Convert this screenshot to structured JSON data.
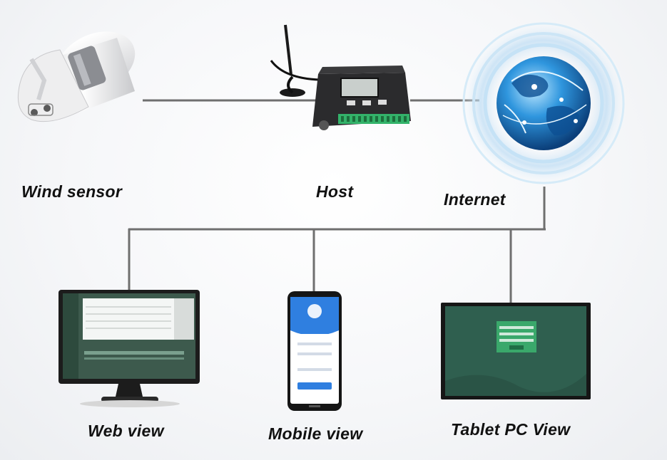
{
  "labels": {
    "wind_sensor": "Wind sensor",
    "host": "Host",
    "internet": "Internet",
    "web_view": "Web view",
    "mobile_view": "Mobile view",
    "tablet_view": "Tablet PC View"
  },
  "colors": {
    "line": "#6f6f6f",
    "globe": "#2a8fd6",
    "monitor_frame": "#1c1c1c",
    "tablet_screen": "#2f5f4f",
    "phone_accent": "#2f7fe0",
    "terminal_green": "#33b36a"
  },
  "icons": {
    "wind_sensor": "wind-sensor-device",
    "host": "data-logger-host",
    "internet": "globe-icon",
    "web": "desktop-monitor",
    "mobile": "smartphone",
    "tablet": "tablet-pc"
  }
}
